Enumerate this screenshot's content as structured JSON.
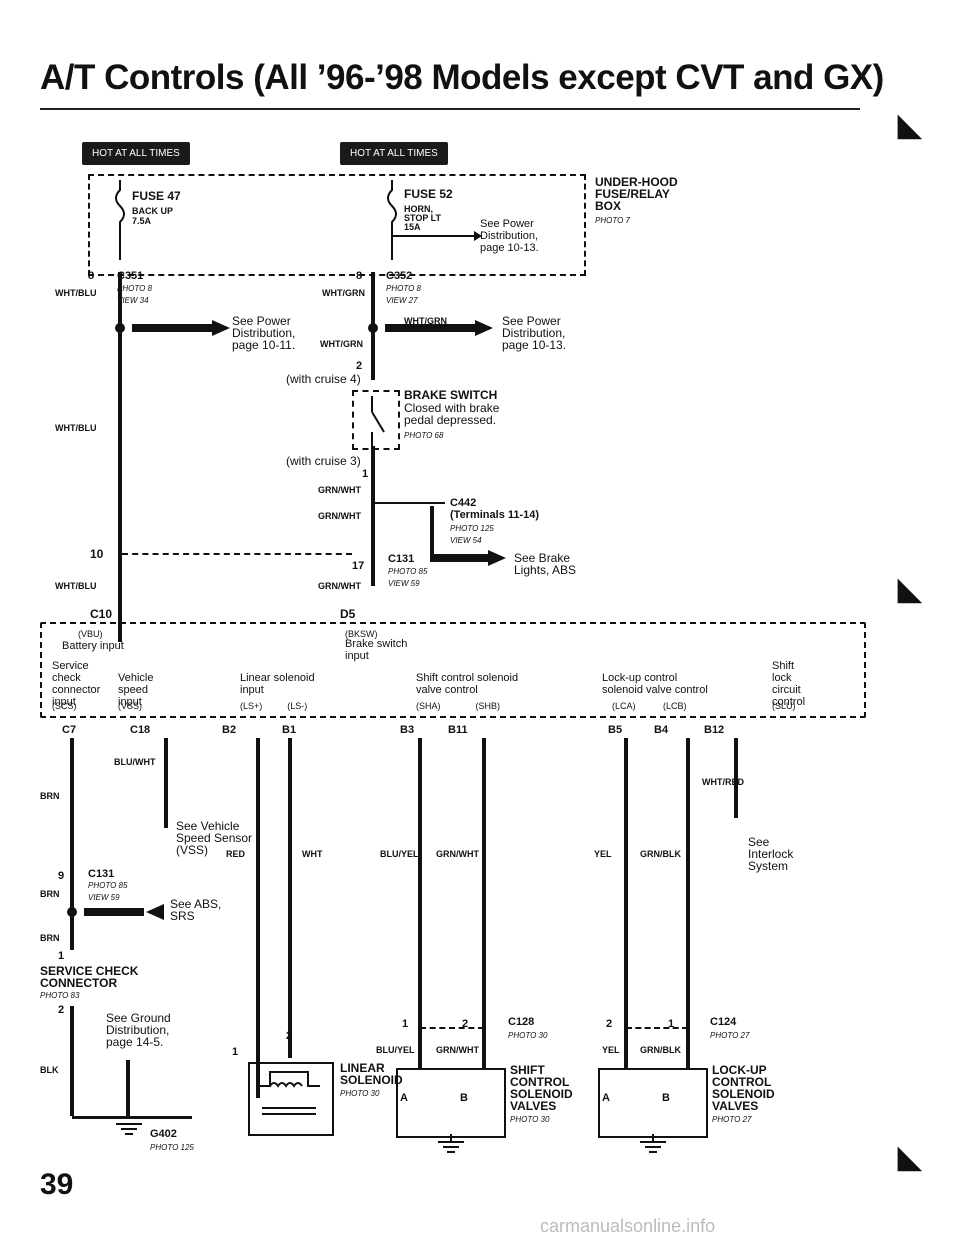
{
  "header": {
    "title": "A/T Controls (All ’96-’98 Models except CVT and GX)"
  },
  "badges": {
    "hot1": "HOT AT ALL TIMES",
    "hot2": "HOT AT ALL TIMES"
  },
  "fuses": {
    "fuse47": {
      "name": "FUSE 47",
      "desc": "BACK UP",
      "rating": "7.5A"
    },
    "fuse52": {
      "name": "FUSE 52",
      "desc1": "HORN,",
      "desc2": "STOP LT",
      "rating": "15A"
    },
    "see_power_1013a": "See Power\nDistribution,\npage 10-13.",
    "box": {
      "title": "UNDER-HOOD\nFUSE/RELAY\nBOX",
      "photo": "PHOTO 7"
    }
  },
  "connectors": {
    "c351": {
      "pin": "8",
      "name": "C351",
      "photo": "PHOTO 8\nVIEW 34",
      "wire": "WHT/BLU"
    },
    "c352": {
      "pin": "8",
      "name": "C352",
      "photo": "PHOTO 8\nVIEW 27",
      "wire": "WHT/GRN"
    },
    "see_power_1011": "See Power\nDistribution,\npage 10-11.",
    "see_power_1013b": "See Power\nDistribution,\npage 10-13.",
    "wht_grn_a": "WHT/GRN",
    "wht_grn_b": "WHT/GRN",
    "cruise4": "(with cruise 4)",
    "pin2": "2",
    "brake_switch": {
      "title": "BRAKE SWITCH",
      "desc": "Closed with brake\npedal depressed.",
      "photo": "PHOTO 68"
    },
    "cruise3": "(with cruise 3)",
    "pin1": "1",
    "grn_wht_a": "GRN/WHT",
    "c442": {
      "name": "C442",
      "desc": "(Terminals 11-14)",
      "photo": "PHOTO 125\nVIEW 54"
    },
    "grn_wht_b": "GRN/WHT",
    "see_brake": "See Brake\nLights, ABS",
    "pin10": "10",
    "pin17": "17",
    "c131a": {
      "name": "C131",
      "photo": "PHOTO 85\nVIEW 59"
    },
    "wht_blu_mid": "WHT/BLU",
    "wht_blu_bot": "WHT/BLU",
    "grn_wht_c": "GRN/WHT",
    "c10": "C10",
    "d5": "D5"
  },
  "pcm": {
    "vbu": "(VBU)",
    "battery": "Battery input",
    "bksw": "(BKSW)",
    "brake_input": "Brake switch\ninput",
    "service": "Service\ncheck\nconnector\ninput",
    "vehicle": "Vehicle\nspeed\ninput",
    "scs": "(SCS)",
    "vss": "(VSS)",
    "linear": "Linear solenoid\ninput",
    "ls": "(LS+)          (LS-)",
    "shift_ctrl": "Shift control solenoid\nvalve control",
    "sha_shb": "(SHA)              (SHB)",
    "lockup_ctrl": "Lock-up control\nsolenoid valve control",
    "lca_lcb": "(LCA)           (LCB)",
    "shift_lock": "Shift\nlock\ncircuit\ncontrol",
    "slu": "(SLU)"
  },
  "lower": {
    "c7": "C7",
    "c18": "C18",
    "b2": "B2",
    "b1": "B1",
    "b3": "B3",
    "b11": "B11",
    "b5": "B5",
    "b4": "B4",
    "b12": "B12",
    "blu_wht": "BLU/WHT",
    "see_vss": "See Vehicle\nSpeed Sensor\n(VSS)",
    "brn1": "BRN",
    "brn2": "BRN",
    "brn3": "BRN",
    "pin9": "9",
    "c131b": {
      "name": "C131",
      "photo": "PHOTO 85\nVIEW 59"
    },
    "see_abs": "See ABS,\nSRS",
    "pin1": "1",
    "service_conn": "SERVICE CHECK\nCONNECTOR",
    "service_photo": "PHOTO 83",
    "pin2": "2",
    "see_ground": "See Ground\nDistribution,\npage 14-5.",
    "blk": "BLK",
    "g402": "G402",
    "g402_photo": "PHOTO 125",
    "red": "RED",
    "wht": "WHT",
    "blu_yel": "BLU/YEL",
    "grn_wht": "GRN/WHT",
    "yel": "YEL",
    "grn_blk": "GRN/BLK",
    "wht_red": "WHT/RED",
    "see_interlock": "See\nInterlock\nSystem",
    "linear_sol": "LINEAR\nSOLENOID",
    "linear_photo": "PHOTO 30",
    "lin_pin1": "1",
    "lin_pin2": "2",
    "c128": "C128",
    "c128_photo": "PHOTO 30",
    "c128_p1": "1",
    "c128_p2": "2",
    "blu_yel2": "BLU/YEL",
    "grn_wht2": "GRN/WHT",
    "shift_sol": "SHIFT\nCONTROL\nSOLENOID\nVALVES",
    "shift_photo": "PHOTO 30",
    "c124": "C124",
    "c124_photo": "PHOTO 27",
    "c124_p2": "2",
    "c124_p1": "1",
    "yel2": "YEL",
    "grn_blk2": "GRN/BLK",
    "lockup_sol": "LOCK-UP\nCONTROL\nSOLENOID\nVALVES",
    "lockup_photo": "PHOTO 27",
    "a1": "A",
    "b1l": "B",
    "a2": "A",
    "b2l": "B"
  },
  "page_number": "39",
  "watermark": "carmanualsonline.info"
}
